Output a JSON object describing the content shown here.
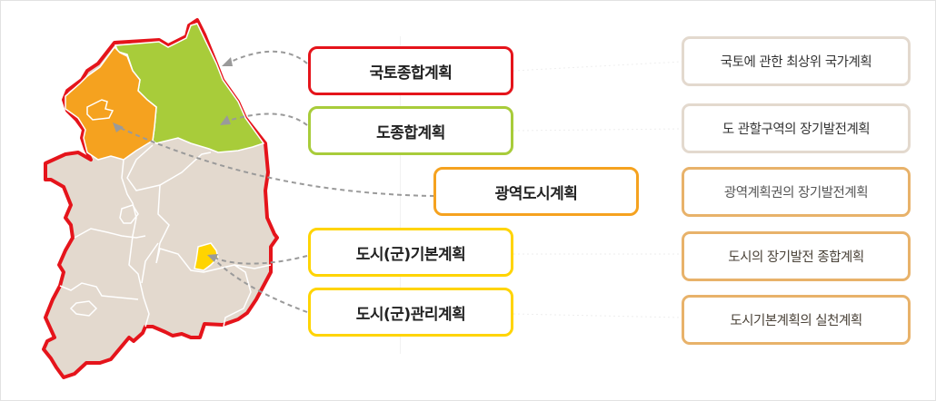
{
  "colors": {
    "outline": "#e5141b",
    "region_fill": "#e3d9ce",
    "region_border": "#ffffff",
    "province": "#a8cc3a",
    "metro": "#f5a21f",
    "city": "#ffd400",
    "arrow": "#9a9a9a",
    "desc_border_neutral": "#e3d9ce",
    "desc_border_accent": "#e8b26a"
  },
  "plans": [
    {
      "id": "national",
      "label": "국토종합계획",
      "border": "#e5141b"
    },
    {
      "id": "province",
      "label": "도종합계획",
      "border": "#a8cc3a"
    },
    {
      "id": "metro",
      "label": "광역도시계획",
      "border": "#f5a21f"
    },
    {
      "id": "city-basic",
      "label": "도시(군)기본계획",
      "border": "#ffd400"
    },
    {
      "id": "city-management",
      "label": "도시(군)관리계획",
      "border": "#ffd400"
    }
  ],
  "descriptions": [
    {
      "label": "국토에 관한 최상위 국가계획",
      "border": "#e3d9ce"
    },
    {
      "label": "도 관할구역의 장기발전계획",
      "border": "#e3d9ce"
    },
    {
      "label": "광역계획권의 장기발전계획",
      "border": "#e8b26a"
    },
    {
      "label": "도시의 장기발전 종합계획",
      "border": "#e8b26a"
    },
    {
      "label": "도시기본계획의 실천계획",
      "border": "#e8b26a"
    }
  ]
}
